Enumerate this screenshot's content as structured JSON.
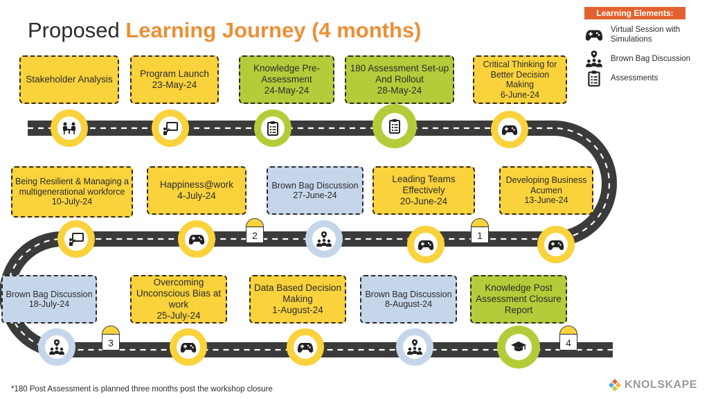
{
  "title": {
    "prefix": "Proposed",
    "highlight": "Learning Journey (4 months)"
  },
  "legend": {
    "title": "Learning Elements:",
    "items": [
      {
        "icon": "gamepad-icon",
        "label": "Virtual Session with Simulations"
      },
      {
        "icon": "brown-bag-icon",
        "label": "Brown Bag Discussion"
      },
      {
        "icon": "clipboard-icon",
        "label": "Assessments"
      }
    ]
  },
  "milestones": [
    {
      "label": "Stakeholder Analysis",
      "date": "",
      "color": "#f9d23c",
      "icon": "meeting-icon"
    },
    {
      "label": "Program Launch",
      "date": "23-May-24",
      "color": "#f9d23c",
      "icon": "presentation-icon"
    },
    {
      "label": "Knowledge Pre-Assessment",
      "date": "24-May-24",
      "color": "#b5cc3a",
      "icon": "clipboard-icon"
    },
    {
      "label": "180 Assessment Set-up And Rollout",
      "date": "28-May-24",
      "color": "#b5cc3a",
      "icon": "clipboard-icon"
    },
    {
      "label": "Critical Thinking for Better Decision Making",
      "date": "6-June-24",
      "color": "#f9d23c",
      "icon": "gamepad-icon"
    },
    {
      "label": "Developing Business Acumen",
      "date": "13-June-24",
      "color": "#f9d23c",
      "icon": "gamepad-icon"
    },
    {
      "label": "Leading Teams Effectively",
      "date": "20-June-24",
      "color": "#f9d23c",
      "icon": "gamepad-icon"
    },
    {
      "label": "Brown Bag Discussion",
      "date": "27-June-24",
      "color": "#c6d6ea",
      "icon": "brown-bag-icon"
    },
    {
      "label": "Happiness@work",
      "date": "4-July-24",
      "color": "#f9d23c",
      "icon": "gamepad-icon"
    },
    {
      "label": "Being Resilient & Managing a multigenerational workforce",
      "date": "10-July-24",
      "color": "#f9d23c",
      "icon": "presentation-icon"
    },
    {
      "label": "Brown Bag Discussion",
      "date": "18-July-24",
      "color": "#c6d6ea",
      "icon": "brown-bag-icon"
    },
    {
      "label": "Overcoming Unconscious Bias at work",
      "date": "25-July-24",
      "color": "#f9d23c",
      "icon": "gamepad-icon"
    },
    {
      "label": "Data Based Decision Making",
      "date": "1-August-24",
      "color": "#f9d23c",
      "icon": "gamepad-icon"
    },
    {
      "label": "Brown Bag Discussion",
      "date": "8-August-24",
      "color": "#c6d6ea",
      "icon": "brown-bag-icon"
    },
    {
      "label": "Knowledge Post Assessment Closure Report",
      "date": "",
      "color": "#b5cc3a",
      "icon": "graduation-cap-icon"
    }
  ],
  "month_markers": [
    "1",
    "2",
    "3",
    "4"
  ],
  "footnote": "*180 Post Assessment is planned three months post the workshop closure",
  "brand": "KNOLSKAPE"
}
